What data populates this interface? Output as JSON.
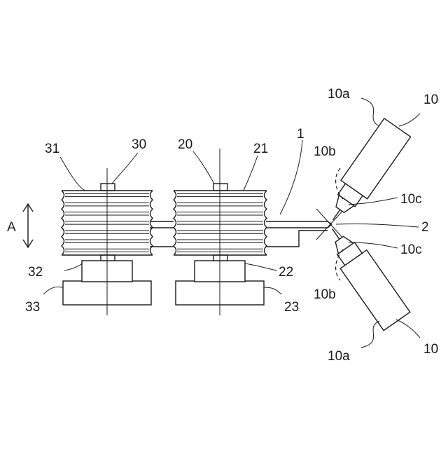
{
  "labels": {
    "l1": "1",
    "l2": "2",
    "l10_top": "10",
    "l10_bottom": "10",
    "l10a_top": "10a",
    "l10a_bottom": "10a",
    "l10b_top": "10b",
    "l10b_bottom": "10b",
    "l10c_top": "10c",
    "l10c_bottom": "10c",
    "l20": "20",
    "l21": "21",
    "l22": "22",
    "l23": "23",
    "l30": "30",
    "l31": "31",
    "l32": "32",
    "l33": "33",
    "arrow_a": "A"
  }
}
